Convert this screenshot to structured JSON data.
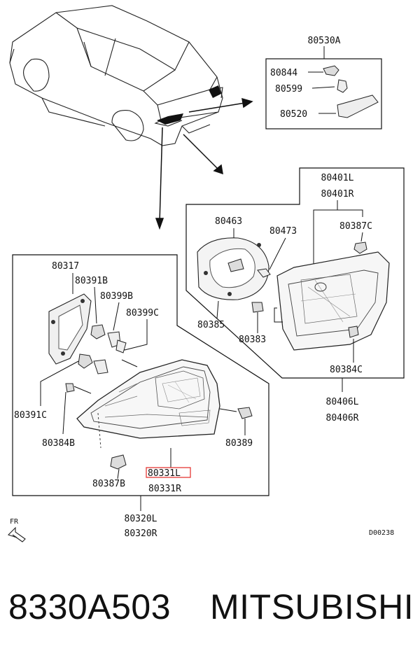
{
  "diagram": {
    "parts": {
      "p80530A": "80530A",
      "p80844": "80844",
      "p80599": "80599",
      "p80520": "80520",
      "p80401L": "80401L",
      "p80401R": "80401R",
      "p80463": "80463",
      "p80473": "80473",
      "p80387C": "80387C",
      "p80385": "80385",
      "p80383": "80383",
      "p80384C": "80384C",
      "p80406L": "80406L",
      "p80406R": "80406R",
      "p80317": "80317",
      "p80391B": "80391B",
      "p80399B": "80399B",
      "p80399C": "80399C",
      "p80391C": "80391C",
      "p80384B": "80384B",
      "p80389": "80389",
      "p80331L": "80331L",
      "p80387B": "80387B",
      "p80331R": "80331R",
      "p80320L": "80320L",
      "p80320R": "80320R"
    },
    "fr_label": "FR",
    "diagram_code": "D00238",
    "highlight_color": "#e53935"
  },
  "footer": {
    "part_number": "8330A503",
    "brand": "MITSUBISHI"
  }
}
